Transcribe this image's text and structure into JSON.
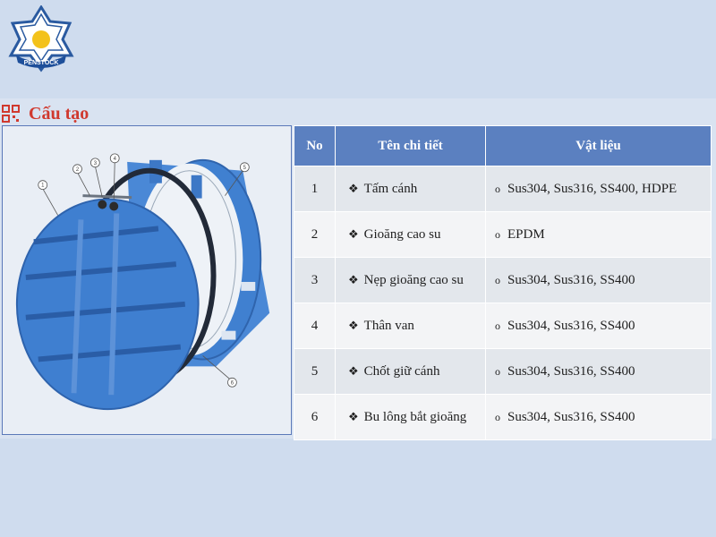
{
  "logo": {
    "text": "PENSTOCK"
  },
  "section": {
    "title": "Cấu tạo",
    "icon": "qr-grid-icon"
  },
  "diagram": {
    "callouts": [
      "1",
      "2",
      "3",
      "4",
      "5",
      "6"
    ]
  },
  "table": {
    "headers": [
      "No",
      "Tên chi tiết",
      "Vật liệu"
    ],
    "bullet_part": "❖",
    "bullet_material": "o",
    "rows": [
      {
        "no": "1",
        "part": "Tấm cánh",
        "material": "Sus304, Sus316, SS400, HDPE"
      },
      {
        "no": "2",
        "part": "Gioăng cao su",
        "material": "EPDM"
      },
      {
        "no": "3",
        "part": "Nẹp gioăng cao su",
        "material": "Sus304, Sus316, SS400"
      },
      {
        "no": "4",
        "part": "Thân van",
        "material": "Sus304, Sus316, SS400"
      },
      {
        "no": "5",
        "part": "Chốt giữ cánh",
        "material": "Sus304, Sus316, SS400"
      },
      {
        "no": "6",
        "part": "Bu lông bắt gioăng",
        "material": "Sus304, Sus316, SS400"
      }
    ]
  },
  "colors": {
    "background": "#cfdcee",
    "heading": "#d0392e",
    "header_bg": "#5b80c0",
    "part_blue": "#3f7fd0"
  }
}
